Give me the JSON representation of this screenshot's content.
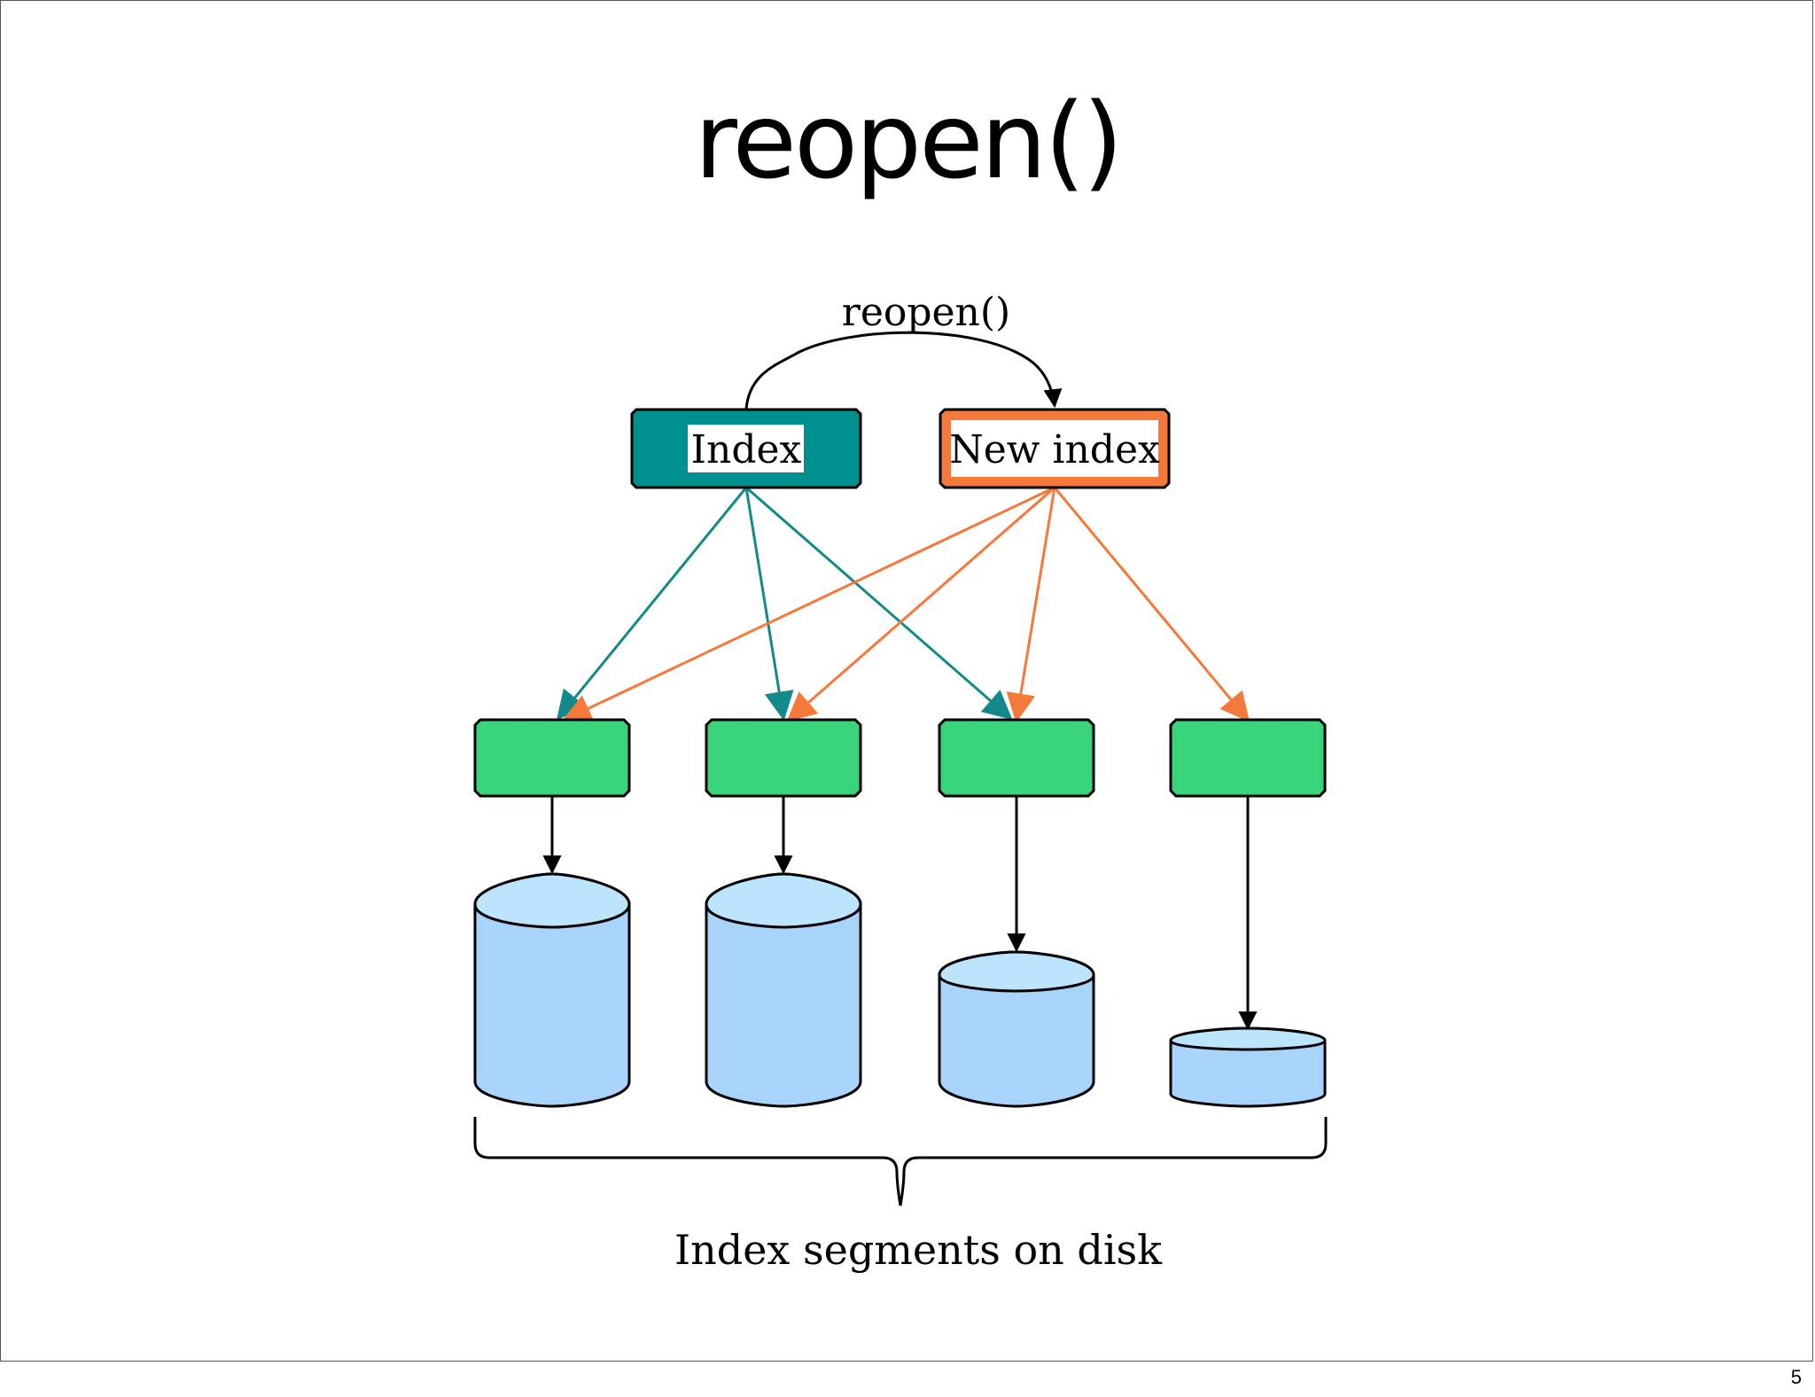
{
  "slide": {
    "title": "reopen()",
    "page_number": "5"
  },
  "diagram": {
    "arc_label": "reopen()",
    "index_label": "Index",
    "new_index_label": "New index",
    "caption": "Index segments on disk",
    "colors": {
      "index_fill": "#008f8f",
      "new_index_border": "#f5793a",
      "segment_fill": "#39d37b",
      "disk_fill": "#a8d4fc",
      "disk_top": "#bde4fd",
      "old_edge": "#138a8a",
      "new_edge": "#f5793a"
    },
    "segments": [
      {
        "name": "segment-1",
        "disk_size": "large"
      },
      {
        "name": "segment-2",
        "disk_size": "large"
      },
      {
        "name": "segment-3",
        "disk_size": "medium"
      },
      {
        "name": "segment-4",
        "disk_size": "small"
      }
    ],
    "edges": [
      {
        "from": "index",
        "to": "segment-1"
      },
      {
        "from": "index",
        "to": "segment-2"
      },
      {
        "from": "index",
        "to": "segment-3"
      },
      {
        "from": "new-index",
        "to": "segment-1"
      },
      {
        "from": "new-index",
        "to": "segment-2"
      },
      {
        "from": "new-index",
        "to": "segment-3"
      },
      {
        "from": "new-index",
        "to": "segment-4"
      }
    ]
  }
}
